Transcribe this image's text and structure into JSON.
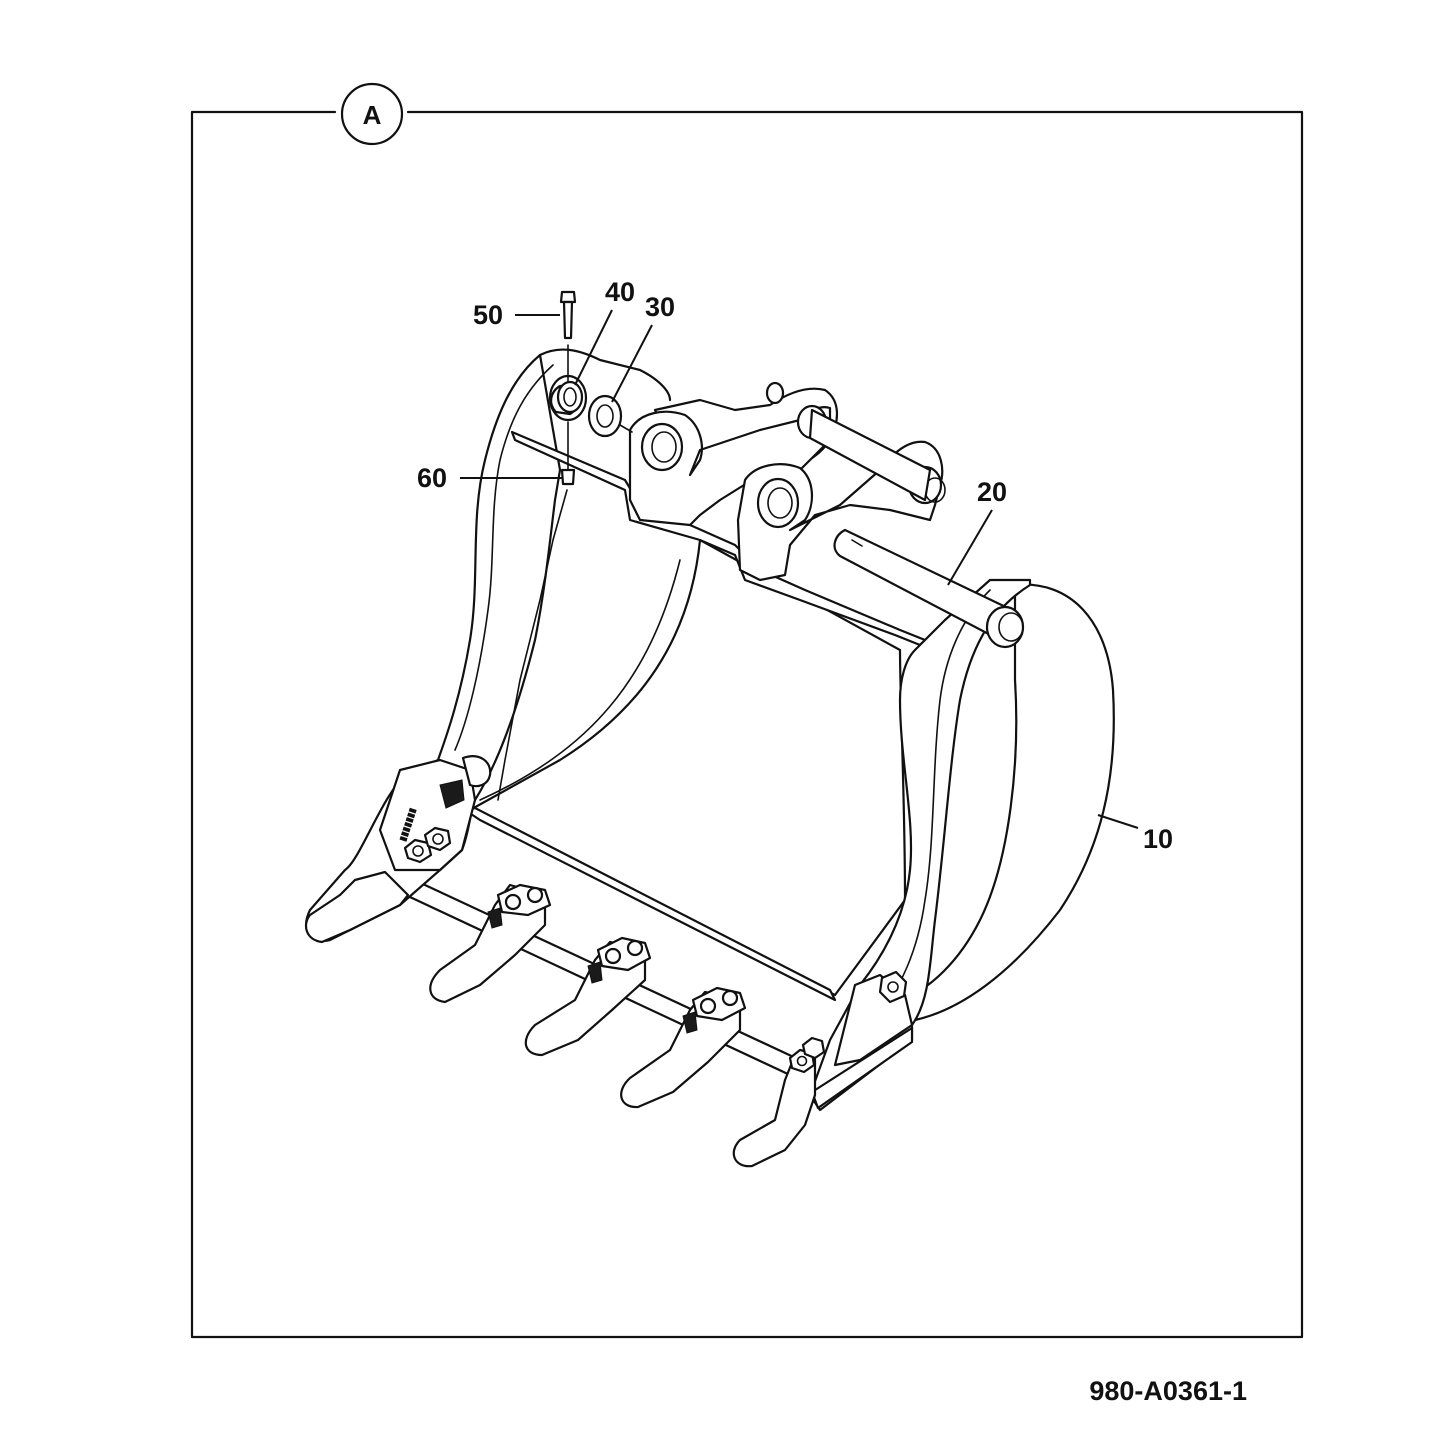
{
  "section": {
    "label": "A"
  },
  "drawing_code": "980-A0361-1",
  "callouts": [
    {
      "id": "c50",
      "text": "50"
    },
    {
      "id": "c40",
      "text": "40"
    },
    {
      "id": "c30",
      "text": "30"
    },
    {
      "id": "c60",
      "text": "60"
    },
    {
      "id": "c20",
      "text": "20"
    },
    {
      "id": "c10",
      "text": "10"
    }
  ]
}
